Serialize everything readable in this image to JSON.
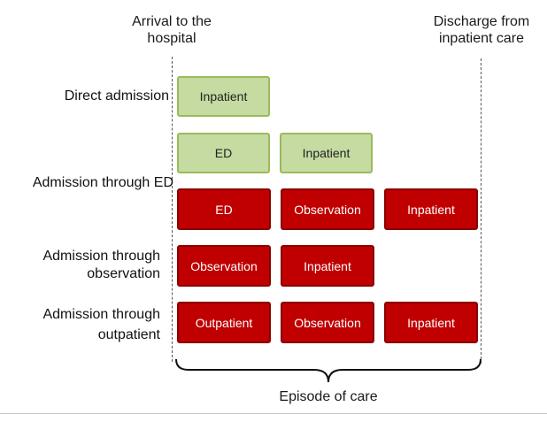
{
  "annotations": {
    "arrival": "Arrival to the\nhospital",
    "discharge": "Discharge from\ninpatient care",
    "episode": "Episode of care"
  },
  "rows": {
    "direct_admission": "Direct admission",
    "through_ed": "Admission through ED",
    "through_observation": "Admission through\nobservation",
    "through_outpatient": "Admission through\noutpatient"
  },
  "boxes": {
    "row1": [
      "Inpatient"
    ],
    "row2": [
      "ED",
      "Inpatient"
    ],
    "row3": [
      "ED",
      "Observation",
      "Inpatient"
    ],
    "row4": [
      "Observation",
      "Inpatient"
    ],
    "row5": [
      "Outpatient",
      "Observation",
      "Inpatient"
    ]
  },
  "colors": {
    "green_fill": "#c5dba1",
    "green_border": "#9bbb59",
    "red_fill": "#c00000",
    "red_border": "#8b0000"
  }
}
